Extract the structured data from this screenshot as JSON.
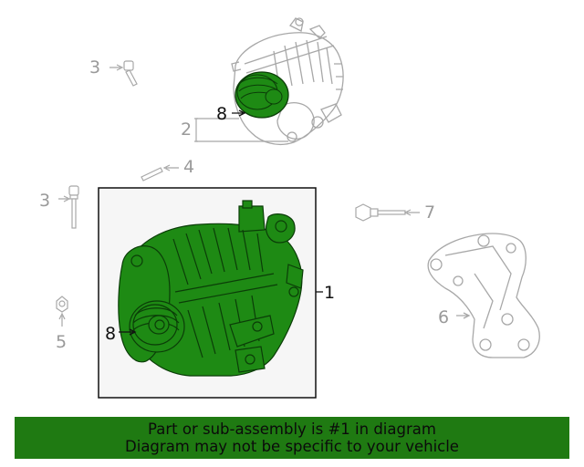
{
  "callouts": {
    "c1": "1",
    "c2": "2",
    "c3_top": "3",
    "c3_mid": "3",
    "c4": "4",
    "c5": "5",
    "c6": "6",
    "c7": "7",
    "c8_top": "8",
    "c8_main": "8"
  },
  "banner": {
    "line1": "Part or sub-assembly is #1 in diagram",
    "line2": "Diagram may not be specific to your vehicle"
  },
  "colors": {
    "highlight": "#1f7a12",
    "part_fill": "#1e8a14",
    "grey_line": "#a8a8a8",
    "box_bg": "#f6f6f6"
  }
}
